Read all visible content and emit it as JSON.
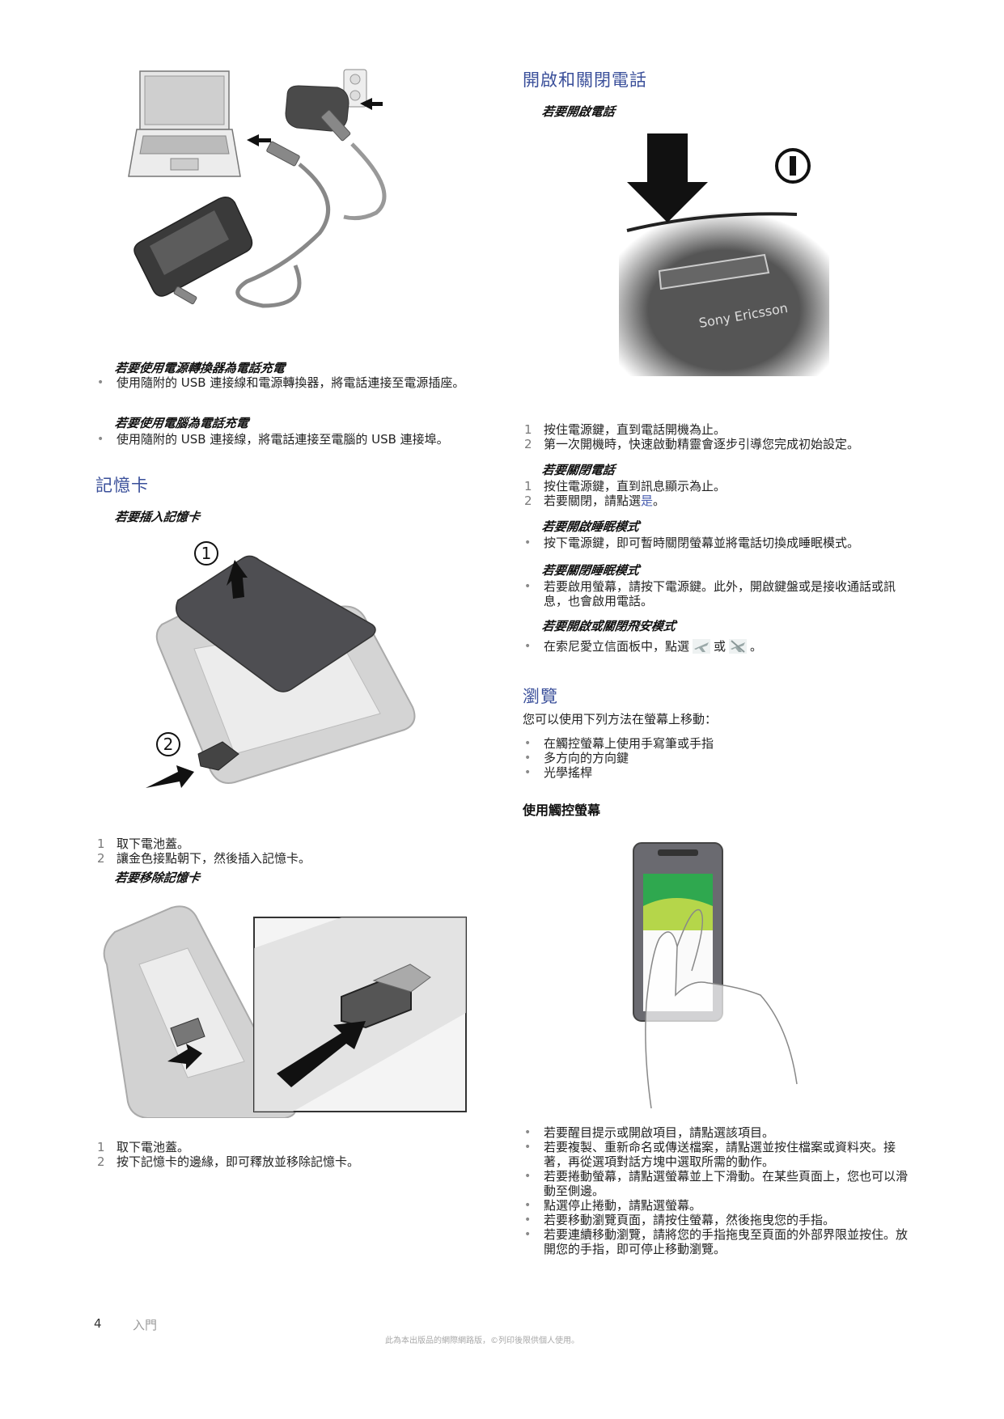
{
  "left": {
    "charging": {
      "figure": "charging-diagram",
      "adapter_title": "若要使用電源轉換器為電話充電",
      "adapter_bullets": [
        "使用隨附的 USB 連接線和電源轉換器，將電話連接至電源插座。"
      ],
      "computer_title": "若要使用電腦為電話充電",
      "computer_bullets": [
        "使用隨附的 USB 連接線，將電話連接至電腦的 USB 連接埠。"
      ]
    },
    "memory_card": {
      "heading": "記憶卡",
      "insert_title": "若要插入記憶卡",
      "insert_figure": "insert-memory-card-diagram",
      "insert_figure_labels": [
        "①",
        "②"
      ],
      "insert_steps": [
        {
          "num": "1",
          "text": "取下電池蓋。"
        },
        {
          "num": "2",
          "text": "讓金色接點朝下，然後插入記憶卡。"
        }
      ],
      "remove_title": "若要移除記憶卡",
      "remove_figure": "remove-memory-card-diagram",
      "remove_steps": [
        {
          "num": "1",
          "text": "取下電池蓋。"
        },
        {
          "num": "2",
          "text": "按下記憶卡的邊緣，即可釋放並移除記憶卡。"
        }
      ]
    }
  },
  "right": {
    "power": {
      "heading": "開啟和關閉電話",
      "on_title": "若要開啟電話",
      "on_figure_brand": "Sony Ericsson",
      "on_steps": [
        {
          "num": "1",
          "text": "按住電源鍵，直到電話開機為止。"
        },
        {
          "num": "2",
          "text": "第一次開機時，快速啟動精靈會逐步引導您完成初始設定。"
        }
      ],
      "off_title": "若要關閉電話",
      "off_steps": [
        {
          "num": "1",
          "text": "按住電源鍵，直到訊息顯示為止。"
        },
        {
          "num": "2",
          "text_before": "若要關閉，請點選",
          "link": "是",
          "text_after": "。"
        }
      ],
      "sleep_on_title": "若要開啟睡眠模式",
      "sleep_on_bullets": [
        "按下電源鍵，即可暫時關閉螢幕並將電話切換成睡眠模式。"
      ],
      "sleep_off_title": "若要關閉睡眠模式",
      "sleep_off_bullets": [
        "若要啟用螢幕，請按下電源鍵。此外，開啟鍵盤或是接收通話或訊息，也會啟用電話。"
      ],
      "flight_title": "若要開啟或關閉飛安模式",
      "flight_text_before": "在索尼愛立信面板中，點選",
      "flight_or": "或",
      "flight_text_after": "。",
      "flight_icons": [
        "flight-mode-on-icon",
        "flight-mode-off-icon"
      ]
    },
    "navigation": {
      "heading": "瀏覽",
      "intro": "您可以使用下列方法在螢幕上移動：",
      "methods": [
        "在觸控螢幕上使用手寫筆或手指",
        "多方向的方向鍵",
        "光學搖桿"
      ],
      "touch_heading": "使用觸控螢幕",
      "touch_bullets": [
        "若要醒目提示或開啟項目，請點選該項目。",
        "若要複製、重新命名或傳送檔案，請點選並按住檔案或資料夾。接著，再從選項對話方塊中選取所需的動作。",
        "若要捲動螢幕，請點選螢幕並上下滑動。在某些頁面上，您也可以滑動至側邊。",
        "點選停止捲動，請點選螢幕。",
        "若要移動瀏覽頁面，請按住螢幕，然後拖曳您的手指。",
        "若要連續移動瀏覽，請將您的手指拖曳至頁面的外部界限並按住。放開您的手指，即可停止移動瀏覽。"
      ]
    }
  },
  "footer": {
    "page_number": "4",
    "section": "入門",
    "copyright": "此為本出版品的網際網路版，©列印後限供個人使用。"
  },
  "colors": {
    "heading": "#3a4f9a",
    "link": "#4a5fb0",
    "bullet": "#8a8a8a",
    "footer": "#a8a8a8"
  }
}
